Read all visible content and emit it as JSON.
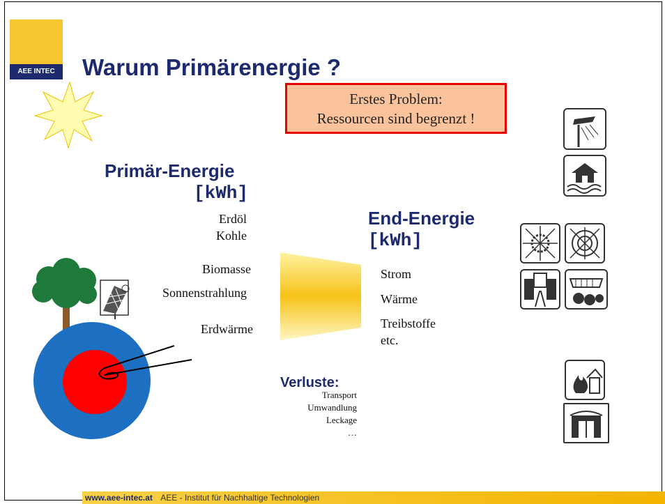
{
  "slide": {
    "title": "Warum Primärenergie ?",
    "logo_text": "AEE INTEC",
    "problem_line1": "Erstes Problem:",
    "problem_line2": "Ressourcen sind begrenzt !"
  },
  "primary": {
    "heading_line1": "Primär-Energie",
    "heading_line2": "[kWh]",
    "items": [
      "Erdöl",
      "Kohle",
      "Biomasse",
      "Sonnenstrahlung",
      "Erdwärme"
    ]
  },
  "final": {
    "heading_line1": "End-Energie",
    "heading_line2": "[kWh]",
    "items": [
      "Strom",
      "Wärme",
      "Treibstoffe",
      "etc."
    ]
  },
  "losses": {
    "heading": "Verluste:",
    "items": [
      "Transport",
      "Umwandlung",
      "Leckage",
      "…"
    ]
  },
  "footer": {
    "url": "www.aee-intec.at",
    "text": "AEE - Institut für Nachhaltige Technologien"
  },
  "colors": {
    "navy": "#1d2a6e",
    "yellow": "#f7c62f",
    "problem_fill": "#fbc39b",
    "problem_border": "#e60000"
  }
}
